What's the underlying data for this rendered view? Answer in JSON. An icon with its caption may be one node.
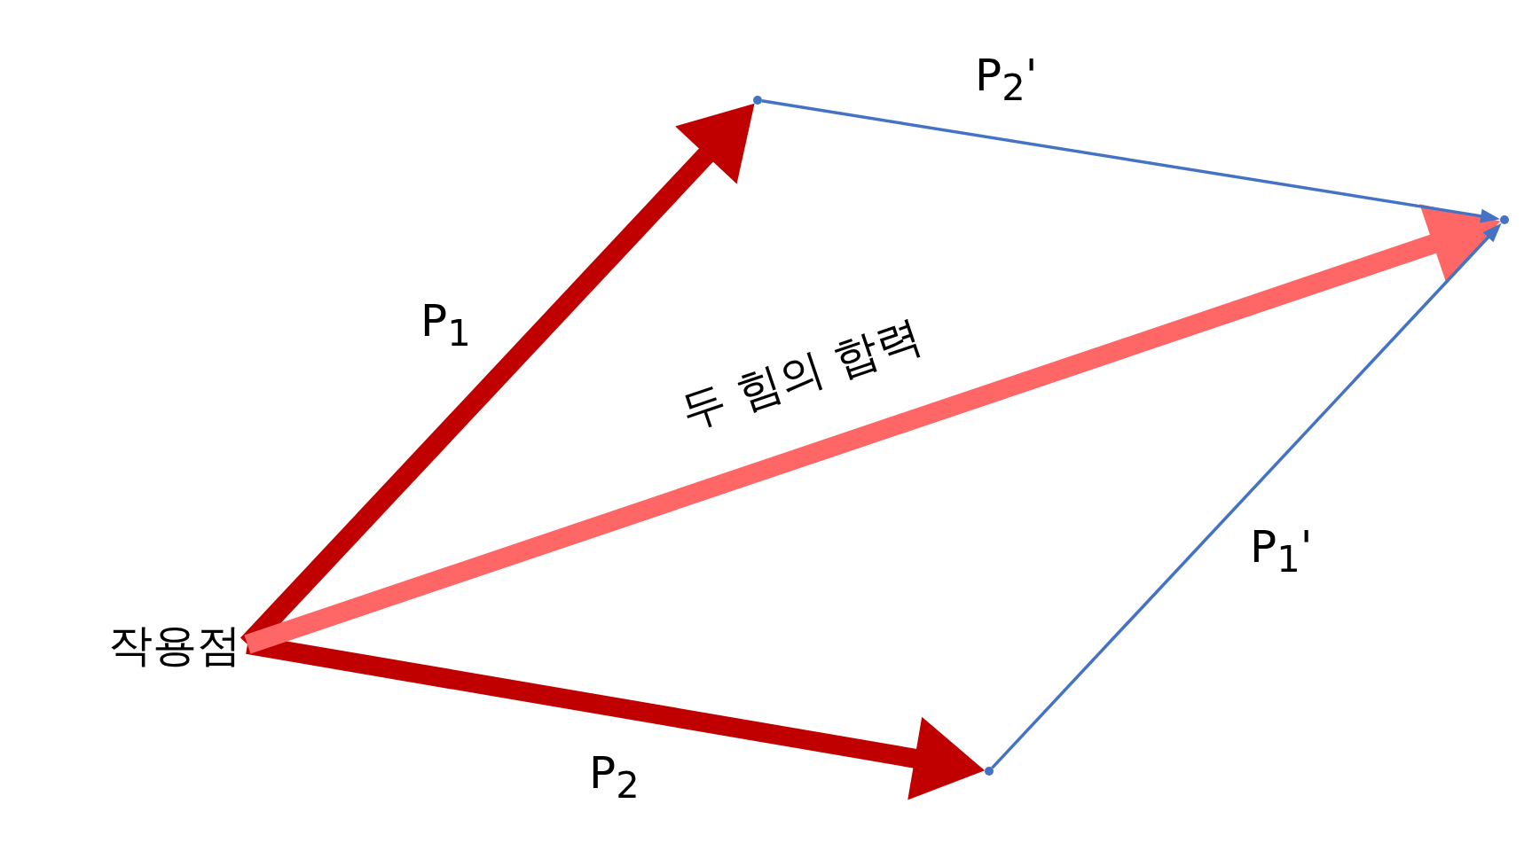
{
  "diagram": {
    "nodes": [
      {
        "text": [
          "작용점"
        ]
      },
      {
        "text": [],
        "shape": "point"
      },
      {
        "text": [],
        "shape": "point"
      },
      {
        "text": [],
        "shape": "point"
      }
    ],
    "edges": [
      {
        "from": 0,
        "to": 1,
        "arrow": "to",
        "label": "P$_{1}$",
        "color": "#c00000"
      },
      {
        "from": 0,
        "to": 2,
        "arrow": "to",
        "label": "P$_{2}$",
        "color": "#c00000"
      },
      {
        "from": 0,
        "to": 3,
        "arrow": "to",
        "label": "두 힘의 합력",
        "color": "#ff6666"
      },
      {
        "from": 1,
        "to": 3,
        "arrow": "to",
        "label": "P$_{2}$'",
        "color": "#4472c4"
      },
      {
        "from": 2,
        "to": 3,
        "arrow": "to",
        "label": "P$_{1}$'",
        "color": "#4472c4"
      }
    ]
  }
}
